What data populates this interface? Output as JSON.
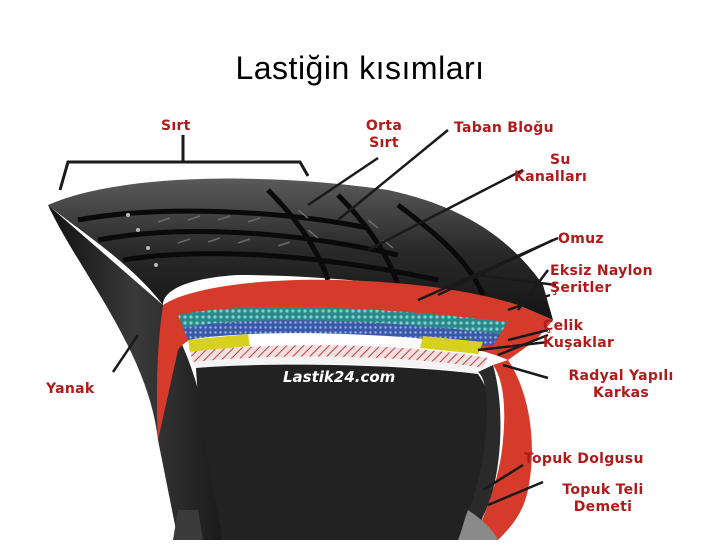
{
  "slide": {
    "title": "Lastiğin kısımları"
  },
  "diagram": {
    "watermark": "Lastik24.com",
    "labels": {
      "sirt": "Sırt",
      "orta_sirt_1": "Orta",
      "orta_sirt_2": "Sırt",
      "taban_blogu": "Taban Bloğu",
      "su_kanallari_1": "Su",
      "su_kanallari_2": "Kanalları",
      "omuz": "Omuz",
      "eksiz_naylon_1": "Eksiz Naylon",
      "eksiz_naylon_2": "Şeritler",
      "celik_kusaklar_1": "Çelik",
      "celik_kusaklar_2": "Kuşaklar",
      "yanak": "Yanak",
      "radyal_1": "Radyal Yapılı",
      "radyal_2": "Karkas",
      "topuk_dolgusu": "Topuk Dolgusu",
      "topuk_teli_1": "Topuk Teli",
      "topuk_teli_2": "Demeti"
    },
    "colors": {
      "label": "#b01a1a",
      "tire": "#1c1c1c",
      "liner": "#d63a2a",
      "nylon": "#2a8a8a",
      "steel": "#3a5aa8",
      "yellow": "#d8d020"
    }
  }
}
